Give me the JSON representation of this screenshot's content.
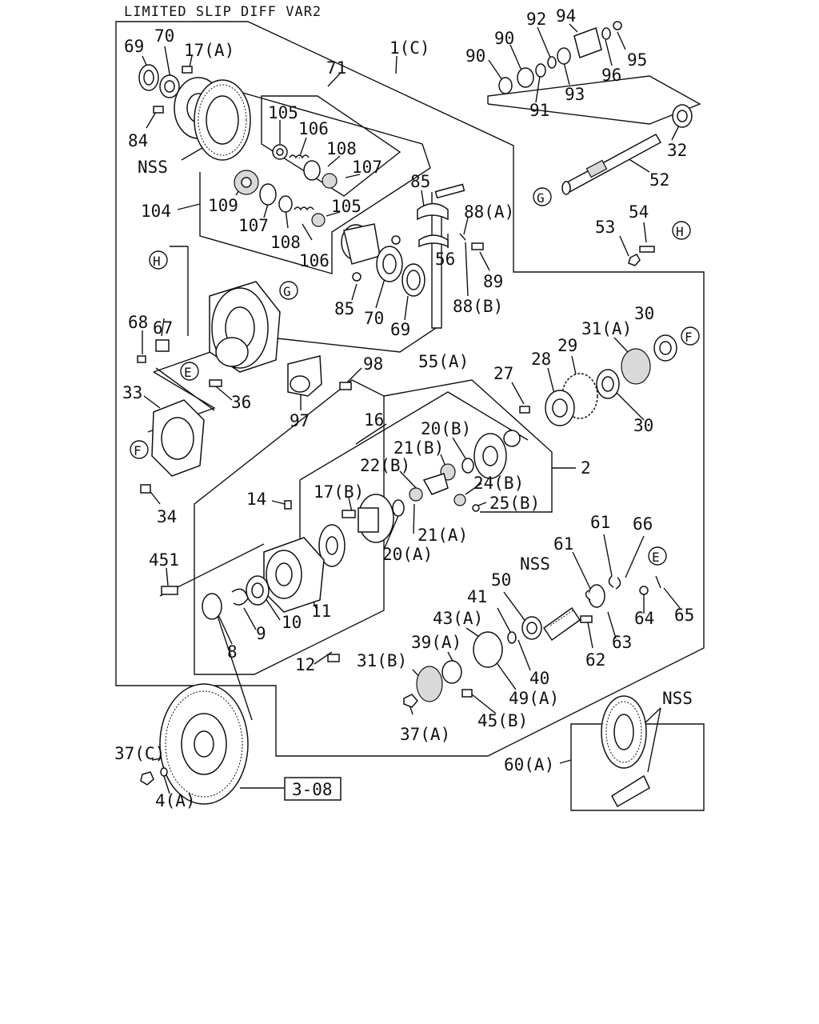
{
  "title": "LIMITED SLIP DIFF VAR2",
  "reference_box": "3-08",
  "labels": [
    {
      "id": "p69a",
      "text": "69"
    },
    {
      "id": "p70a",
      "text": "70"
    },
    {
      "id": "p17a",
      "text": "17(A)"
    },
    {
      "id": "p71",
      "text": "71"
    },
    {
      "id": "p1c",
      "text": "1(C)"
    },
    {
      "id": "p84",
      "text": "84"
    },
    {
      "id": "nss1",
      "text": "NSS"
    },
    {
      "id": "p105a",
      "text": "105"
    },
    {
      "id": "p106a",
      "text": "106"
    },
    {
      "id": "p108a",
      "text": "108"
    },
    {
      "id": "p107a",
      "text": "107"
    },
    {
      "id": "p104",
      "text": "104"
    },
    {
      "id": "p109",
      "text": "109"
    },
    {
      "id": "p107b",
      "text": "107"
    },
    {
      "id": "p108b",
      "text": "108"
    },
    {
      "id": "p106b",
      "text": "106"
    },
    {
      "id": "p105b",
      "text": "105"
    },
    {
      "id": "p85a",
      "text": "85"
    },
    {
      "id": "p88a",
      "text": "88(A)"
    },
    {
      "id": "p56",
      "text": "56"
    },
    {
      "id": "p89",
      "text": "89"
    },
    {
      "id": "p88b",
      "text": "88(B)"
    },
    {
      "id": "p85b",
      "text": "85"
    },
    {
      "id": "p70b",
      "text": "70"
    },
    {
      "id": "p69b",
      "text": "69"
    },
    {
      "id": "p55a",
      "text": "55(A)"
    },
    {
      "id": "p90a",
      "text": "90"
    },
    {
      "id": "p90b",
      "text": "90"
    },
    {
      "id": "p92",
      "text": "92"
    },
    {
      "id": "p94",
      "text": "94"
    },
    {
      "id": "p95",
      "text": "95"
    },
    {
      "id": "p96",
      "text": "96"
    },
    {
      "id": "p93",
      "text": "93"
    },
    {
      "id": "p91",
      "text": "91"
    },
    {
      "id": "p32",
      "text": "32"
    },
    {
      "id": "p52",
      "text": "52"
    },
    {
      "id": "p54",
      "text": "54"
    },
    {
      "id": "p53",
      "text": "53"
    },
    {
      "id": "p67",
      "text": "67"
    },
    {
      "id": "p68",
      "text": "68"
    },
    {
      "id": "p98",
      "text": "98"
    },
    {
      "id": "p36",
      "text": "36"
    },
    {
      "id": "p97",
      "text": "97"
    },
    {
      "id": "p33",
      "text": "33"
    },
    {
      "id": "p34",
      "text": "34"
    },
    {
      "id": "p30a",
      "text": "30"
    },
    {
      "id": "p31a",
      "text": "31(A)"
    },
    {
      "id": "p29",
      "text": "29"
    },
    {
      "id": "p28",
      "text": "28"
    },
    {
      "id": "p27",
      "text": "27"
    },
    {
      "id": "p30b",
      "text": "30"
    },
    {
      "id": "p16",
      "text": "16"
    },
    {
      "id": "p20b",
      "text": "20(B)"
    },
    {
      "id": "p21b",
      "text": "21(B)"
    },
    {
      "id": "p22b",
      "text": "22(B)"
    },
    {
      "id": "p2",
      "text": "2"
    },
    {
      "id": "p17b",
      "text": "17(B)"
    },
    {
      "id": "p24b",
      "text": "24(B)"
    },
    {
      "id": "p14",
      "text": "14"
    },
    {
      "id": "p25b",
      "text": "25(B)"
    },
    {
      "id": "p21a",
      "text": "21(A)"
    },
    {
      "id": "p20a",
      "text": "20(A)"
    },
    {
      "id": "p451",
      "text": "451"
    },
    {
      "id": "p11",
      "text": "11"
    },
    {
      "id": "p10",
      "text": "10"
    },
    {
      "id": "p9",
      "text": "9"
    },
    {
      "id": "p8",
      "text": "8"
    },
    {
      "id": "p12",
      "text": "12"
    },
    {
      "id": "p61a",
      "text": "61"
    },
    {
      "id": "p66",
      "text": "66"
    },
    {
      "id": "p61b",
      "text": "61"
    },
    {
      "id": "nss2",
      "text": "NSS"
    },
    {
      "id": "p50",
      "text": "50"
    },
    {
      "id": "p41",
      "text": "41"
    },
    {
      "id": "p43a",
      "text": "43(A)"
    },
    {
      "id": "p39a",
      "text": "39(A)"
    },
    {
      "id": "p31b",
      "text": "31(B)"
    },
    {
      "id": "p40",
      "text": "40"
    },
    {
      "id": "p49a",
      "text": "49(A)"
    },
    {
      "id": "p45b",
      "text": "45(B)"
    },
    {
      "id": "p37a",
      "text": "37(A)"
    },
    {
      "id": "p62",
      "text": "62"
    },
    {
      "id": "p63",
      "text": "63"
    },
    {
      "id": "p64",
      "text": "64"
    },
    {
      "id": "p65",
      "text": "65"
    },
    {
      "id": "nss3",
      "text": "NSS"
    },
    {
      "id": "p60a",
      "text": "60(A)"
    },
    {
      "id": "p37c",
      "text": "37(C)"
    },
    {
      "id": "p4a",
      "text": "4(A)"
    }
  ],
  "circle_refs": [
    {
      "id": "cG1",
      "text": "G"
    },
    {
      "id": "cH1",
      "text": "H"
    },
    {
      "id": "cH2",
      "text": "H"
    },
    {
      "id": "cG2",
      "text": "G"
    },
    {
      "id": "cE1",
      "text": "E"
    },
    {
      "id": "cF1",
      "text": "F"
    },
    {
      "id": "cF2",
      "text": "F"
    },
    {
      "id": "cE2",
      "text": "E"
    }
  ]
}
